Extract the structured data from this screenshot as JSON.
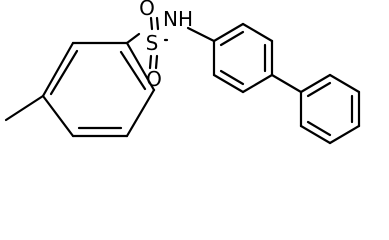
{
  "molecule": {
    "atoms": {
      "sulfur": "S",
      "oxygen_top": "O",
      "oxygen_bottom": "O",
      "nitrogen_hydrogen": "NH"
    }
  }
}
